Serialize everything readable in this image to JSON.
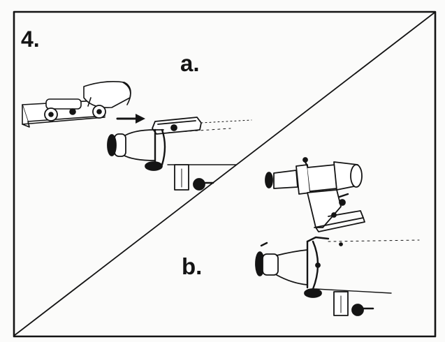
{
  "figure": {
    "step_number": "4.",
    "label_a": "a.",
    "label_b": "b."
  },
  "colors": {
    "ink": "#141414",
    "paper": "#fbfbfa"
  },
  "parts": {
    "panel_a": [
      "red-dot-finder",
      "arrow",
      "finder-bracket",
      "telescope-tube",
      "focuser"
    ],
    "panel_b": [
      "finderscope",
      "finder-bracket",
      "telescope-tube",
      "focuser"
    ]
  }
}
